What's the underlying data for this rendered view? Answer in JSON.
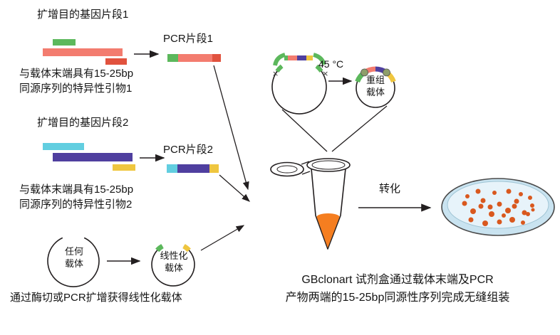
{
  "colors": {
    "green": "#5cb85c",
    "salmon": "#f37c6f",
    "red": "#e1523e",
    "cyan": "#62cee0",
    "purple": "#4f3f9f",
    "yellow": "#efc63f",
    "orange": "#f57e20",
    "colony": "#d9581e",
    "dish_fill": "#c9e3f0",
    "dish_inner": "#e7f3fa",
    "bead": "#8e9e6a",
    "line": "#231f20"
  },
  "labels": {
    "amplify1": "扩增目的基因片段1",
    "pcr_fragment1": "PCR片段1",
    "primer1_line1": "与载体末端具有15-25bp",
    "primer1_line2": "同源序列的特异性引物1",
    "amplify2": "扩增目的基因片段2",
    "pcr_fragment2": "PCR片段2",
    "primer2_line1": "与载体末端具有15-25bp",
    "primer2_line2": "同源序列的特异性引物2",
    "any_vector_line1": "任何",
    "any_vector_line2": "载体",
    "linearized_line1": "线性化",
    "linearized_line2": "载体",
    "linearize_note": "通过酶切或PCR扩增获得线性化载体",
    "temperature": "45 °C",
    "recombinant_line1": "重组",
    "recombinant_line2": "载体",
    "transform": "转化",
    "caption_line1": "GBclonart 试剂盒通过载体末端及PCR",
    "caption_line2": "产物两端的15-25bp同源性序列完成无缝组装",
    "x_mark": "×"
  }
}
